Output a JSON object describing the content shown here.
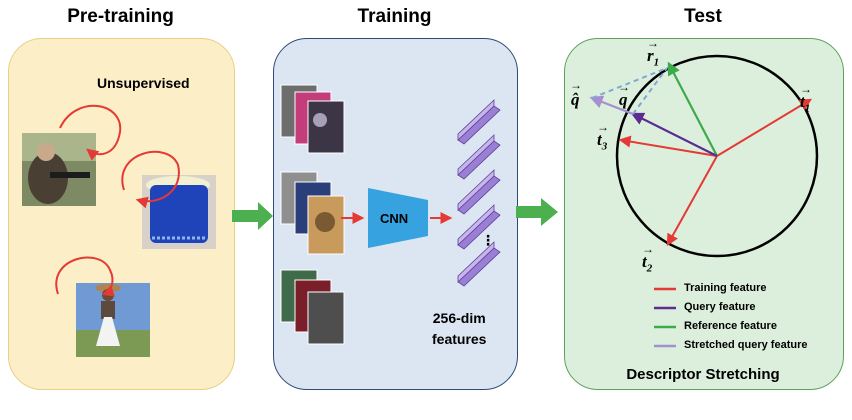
{
  "panels": {
    "pretraining": {
      "title": "Pre-training",
      "subtitle": "Unsupervised"
    },
    "training": {
      "title": "Training",
      "network_label": "CNN",
      "features_label": "256-dim\nfeatures",
      "ellipsis": "⋮"
    },
    "test": {
      "title": "Test",
      "footer": "Descriptor Stretching",
      "vector_labels": {
        "r1": "r",
        "r1_sub": "1",
        "q": "q",
        "qhat": "q̂",
        "t1": "t",
        "t1_sub": "1",
        "t2": "t",
        "t2_sub": "2",
        "t3": "t",
        "t3_sub": "3"
      },
      "legend": [
        {
          "label": "Training feature",
          "color": "#e53935"
        },
        {
          "label": "Query feature",
          "color": "#5b2d90"
        },
        {
          "label": "Reference feature",
          "color": "#3cab4a"
        },
        {
          "label": "Stretched query feature",
          "color": "#a58fd0"
        }
      ]
    }
  },
  "colors": {
    "cycle_arrow": "#e53935",
    "flow_arrow": "#4caf50",
    "cnn": "#36a2e0",
    "feature_bar": "#9b7fd4",
    "stretch_dash": "#7fa8d6"
  }
}
